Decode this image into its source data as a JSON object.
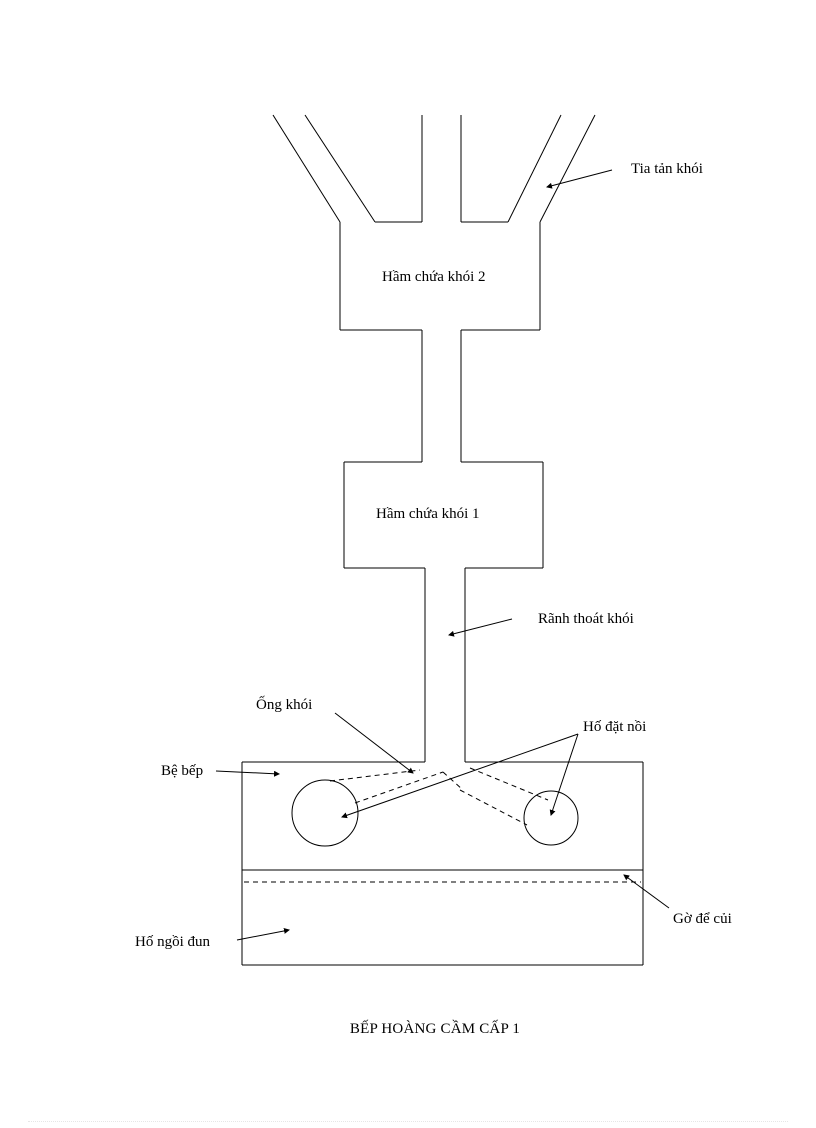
{
  "diagram": {
    "labels": {
      "tia_tan_khoi": "Tia tản khói",
      "ham_chua_khoi_2": "Hầm chứa khói 2",
      "ham_chua_khoi_1": "Hầm chứa khói 1",
      "ranh_thoat_khoi": "Rãnh thoát khói",
      "ong_khoi": "Ống khói",
      "ho_dat_noi": "Hố đặt nồi",
      "be_bep": "Bệ bếp",
      "go_de_cui": "Gờ để củi",
      "ho_ngoi_dun": "Hố ngồi đun"
    },
    "caption": "BẾP HOÀNG CẦM CẤP 1"
  }
}
